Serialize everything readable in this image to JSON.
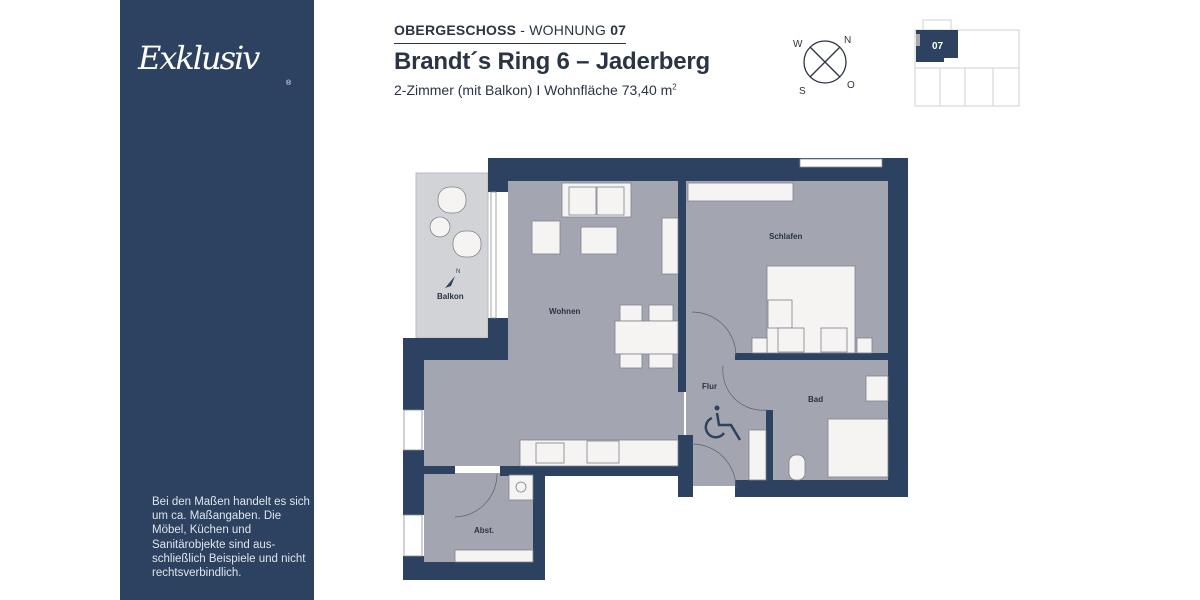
{
  "brand": {
    "logo_text": "Exklusiv",
    "registered": "®"
  },
  "header": {
    "floor": "OBERGESCHOSS",
    "separator": " - ",
    "unit_label": "WOHNUNG ",
    "unit_number": "07",
    "title": "Brandt´s Ring 6 – Jaderberg",
    "subtitle": "2-Zimmer (mit Balkon)  I Wohnfläche 73,40 m",
    "area_unit_sup": "2"
  },
  "compass": {
    "labels": [
      "N",
      "O",
      "S",
      "W"
    ]
  },
  "key_plan": {
    "unit": "07"
  },
  "rooms": {
    "wohnen": "Wohnen",
    "schlafen": "Schlafen",
    "balkon": "Balkon",
    "flur": "Flur",
    "bad": "Bad",
    "abst": "Abst.",
    "balkon_north": "N"
  },
  "disclaimer": "Bei den Maßen handelt es sich um ca. Maßangaben. Die Möbel, Küchen und Sanitärobjekte sind aus-schließlich Beispiele und nicht rechtsverbindlich.",
  "colors": {
    "brand": "#2c4260",
    "wall": "#2c4260",
    "floor": "#a3a6b0",
    "balcony": "#d2d3d7",
    "furniture": "#f6f4f2"
  }
}
